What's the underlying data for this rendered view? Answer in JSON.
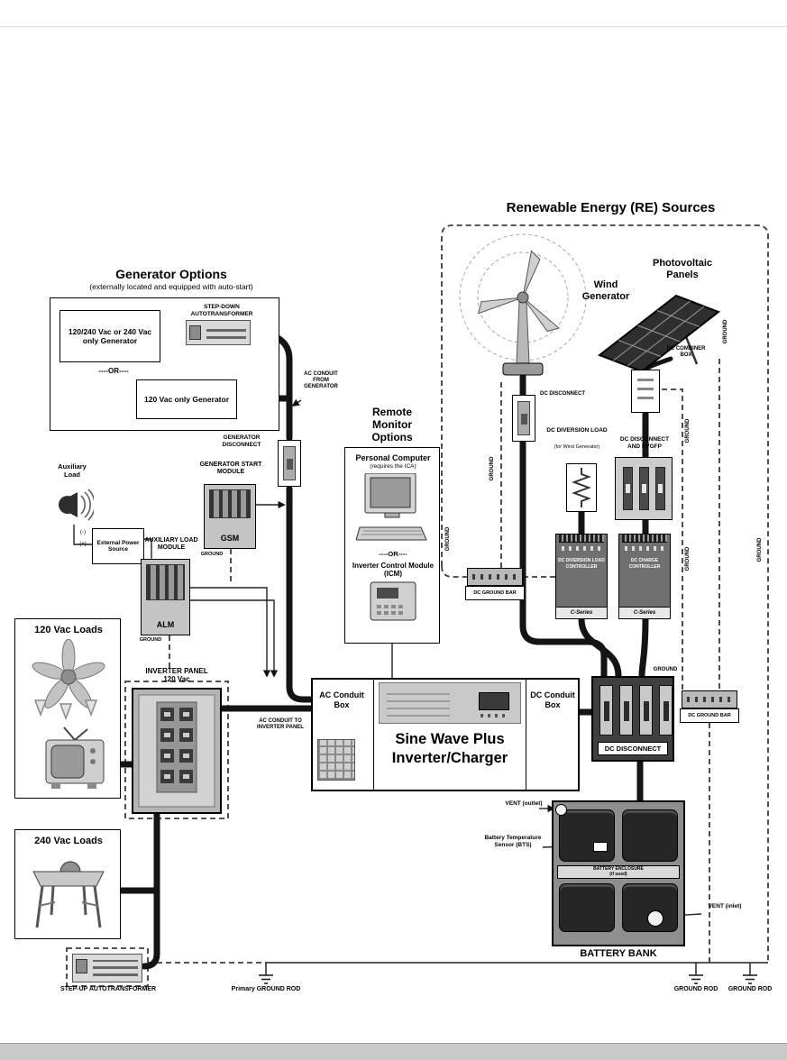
{
  "titles": {
    "re": "Renewable Energy (RE) Sources",
    "generator": "Generator Options",
    "generator_sub": "(externally located and equipped with auto-start)",
    "monitor": "Remote Monitor Options"
  },
  "generator": {
    "gen_240": "120/240 Vac or 240 Vac only Generator",
    "step_down": "STEP-DOWN AUTOTRANSFORMER",
    "or": "----OR----",
    "gen_120": "120 Vac only Generator",
    "ac_conduit_from": "AC CONDUIT FROM GENERATOR",
    "disconnect": "GENERATOR DISCONNECT",
    "start_module": "GENERATOR START MODULE",
    "gsm": "GSM"
  },
  "aux": {
    "load": "Auxiliary Load",
    "ext_power": "External Power Source",
    "plus": "(+)",
    "minus": "(-)",
    "module": "AUXILIARY LOAD MODULE",
    "alm": "ALM"
  },
  "monitor": {
    "pc": "Personal Computer",
    "pc_sub": "(requires the ICA)",
    "or": "----OR----",
    "icm": "Inverter Control Module (ICM)"
  },
  "inverter": {
    "ac_box": "AC Conduit Box",
    "dc_box": "DC Conduit Box",
    "name1": "Sine Wave Plus",
    "name2": "Inverter/Charger",
    "ac_conduit_to": "AC CONDUIT TO INVERTER PANEL"
  },
  "loads": {
    "v120": "120 Vac Loads",
    "panel1": "INVERTER PANEL",
    "panel2": "120 Vac",
    "v240": "240 Vac Loads",
    "step_up": "STEP-UP AUTOTRANSFORMER"
  },
  "re": {
    "wind": "Wind Generator",
    "pv": "Photovoltaic Panels",
    "combiner": "DC COMBINER BOX",
    "wind_disconnect": "DC DISCONNECT",
    "diversion_load": "DC DIVERSION LOAD",
    "diversion_load_sub": "(for Wind Generator)",
    "pvgfp": "DC DISCONNECT AND PVGFP",
    "diversion_controller": "DC DIVERSION LOAD CONTROLLER",
    "charge_controller": "DC CHARGE CONTROLLER",
    "c_series": "C-Series"
  },
  "dc": {
    "disconnect": "DC DISCONNECT"
  },
  "battery": {
    "vent_outlet": "VENT (outlet)",
    "bts": "Battery Temperature Sensor (BTS)",
    "enclosure": "BATTERY ENCLOSURE",
    "enclosure_sub": "(if used)",
    "vent_inlet": "VENT (inlet)",
    "bank": "BATTERY BANK"
  },
  "grounding": {
    "ground": "GROUND",
    "ground_bar": "DC GROUND BAR",
    "primary_rod": "Primary GROUND ROD",
    "rod": "GROUND ROD"
  },
  "colors": {
    "cable": "#141414",
    "dashed_ground": "#3c3c3c",
    "module_gray": "#707070",
    "panel_gray": "#c9c9c9"
  }
}
